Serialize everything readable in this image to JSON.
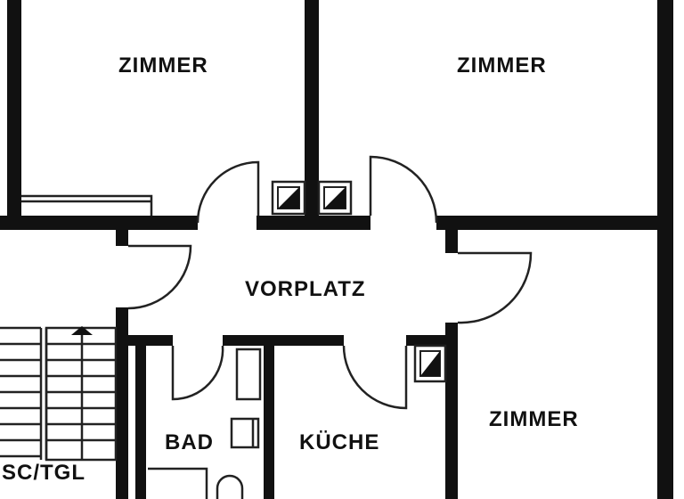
{
  "rooms": {
    "zimmer_top_left": "ZIMMER",
    "zimmer_top_right": "ZIMMER",
    "vorplatz": "VORPLATZ",
    "zimmer_bottom_right": "ZIMMER",
    "bad": "BAD",
    "kueche": "KÜCHE",
    "stair": "SC/TGL"
  },
  "colors": {
    "wall": "#111111",
    "line": "#222222",
    "background": "#ffffff"
  }
}
